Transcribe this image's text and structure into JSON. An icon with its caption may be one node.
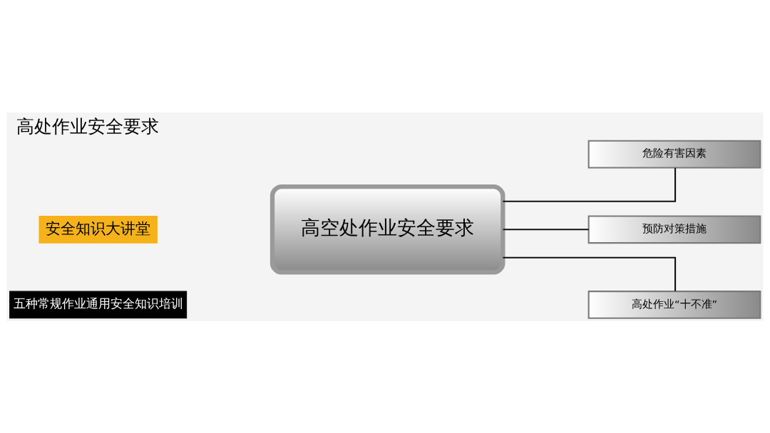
{
  "diagram": {
    "title": "高处作业安全要求",
    "nodes": [
      {
        "text": [
          "高空处作业安全要求"
        ]
      },
      {
        "text": [
          "危险有害因素"
        ]
      },
      {
        "text": [
          "预防对策措施"
        ]
      },
      {
        "text": [
          "高处作业“十不准”"
        ]
      }
    ],
    "edges": [
      {
        "from": 0,
        "to": 1,
        "arrow": "none"
      },
      {
        "from": 0,
        "to": 2,
        "arrow": "none"
      },
      {
        "from": 0,
        "to": 3,
        "arrow": "none"
      }
    ],
    "labels": [
      "安全知识大讲堂",
      "五种常规作业通用安全知识培训"
    ]
  }
}
